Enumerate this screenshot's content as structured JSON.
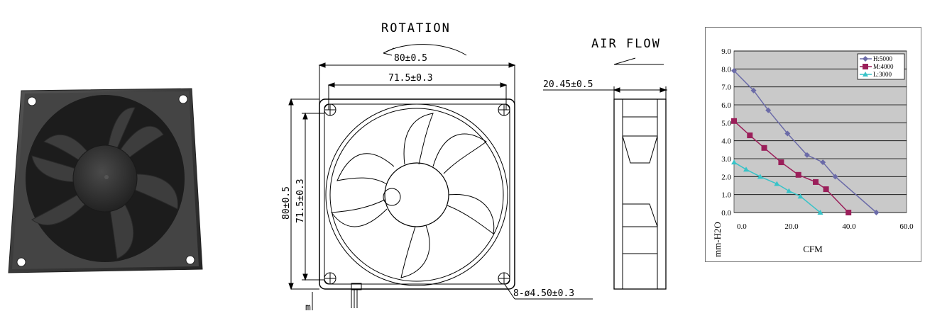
{
  "drawing": {
    "rotation_label": "ROTATION",
    "airflow_label": "AIR FLOW",
    "dim_overall_width": "80±0.5",
    "dim_inner_width": "71.5±0.3",
    "dim_depth": "20.45±0.5",
    "dim_overall_height": "80±0.5",
    "dim_inner_height": "71.5±0.3",
    "dim_holes": "8-ø4.50±0.3",
    "lead_mark": "m"
  },
  "colors": {
    "fan_body": "#3a3a3a",
    "line": "#000000",
    "chart_bg": "#c9c9c9",
    "series_h": "#6b6ba8",
    "series_m": "#9b1f5a",
    "series_l": "#38c3c8"
  },
  "chart_data": {
    "type": "line",
    "title": "",
    "xlabel": "CFM",
    "ylabel": "mm-H2O",
    "xlim": [
      0,
      60
    ],
    "ylim": [
      0,
      9
    ],
    "xticks": [
      "0.0",
      "20.0",
      "40.0",
      "60.0"
    ],
    "yticks": [
      "0.0",
      "1.0",
      "2.0",
      "3.0",
      "4.0",
      "5.0",
      "6.0",
      "7.0",
      "8.0",
      "9.0"
    ],
    "grid": true,
    "legend_position": "top-right",
    "series": [
      {
        "name": "H:5000",
        "marker": "diamond",
        "color": "#6b6ba8",
        "x": [
          0,
          6.8,
          11.9,
          18.6,
          25.4,
          30.9,
          35.2,
          49.5
        ],
        "y": [
          7.9,
          6.8,
          5.7,
          4.4,
          3.2,
          2.8,
          2.0,
          0.0
        ]
      },
      {
        "name": "M:4000",
        "marker": "square",
        "color": "#9b1f5a",
        "x": [
          0,
          5.5,
          10.5,
          16.4,
          22.4,
          28.4,
          32.0,
          39.8
        ],
        "y": [
          5.1,
          4.3,
          3.6,
          2.8,
          2.1,
          1.7,
          1.3,
          0.0
        ]
      },
      {
        "name": "L:3000",
        "marker": "triangle",
        "color": "#38c3c8",
        "x": [
          0,
          4.2,
          9.1,
          14.9,
          19.1,
          23.1,
          30.0
        ],
        "y": [
          2.8,
          2.4,
          2.0,
          1.6,
          1.2,
          0.9,
          0.0
        ]
      }
    ]
  }
}
